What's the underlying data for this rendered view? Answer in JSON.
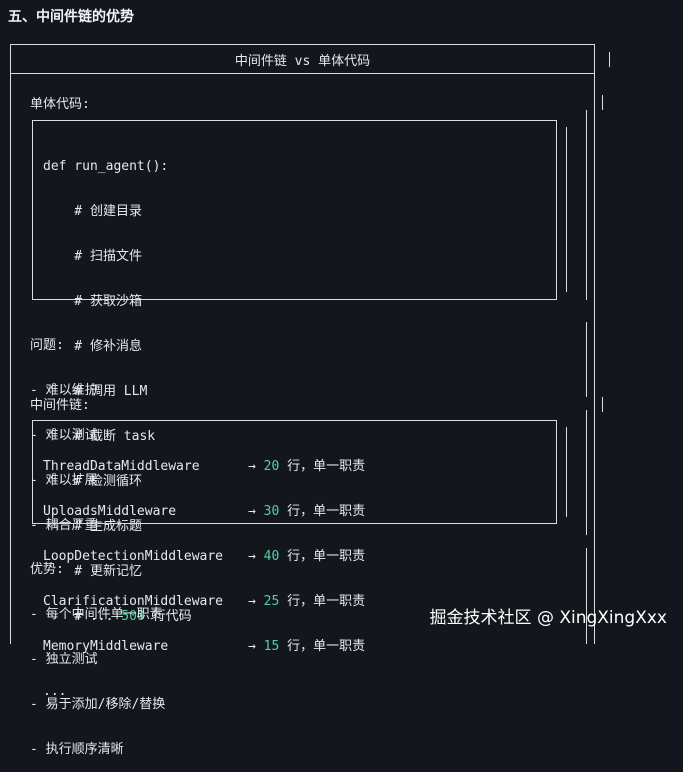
{
  "heading": "五、中间件链的优势",
  "diagram": {
    "title": "中间件链 vs 单体代码",
    "monolith": {
      "label": "单体代码:",
      "code_lines": [
        "def run_agent():",
        "    # 创建目录",
        "    # 扫描文件",
        "    # 获取沙箱",
        "    # 修补消息",
        "    # 调用 LLM",
        "    # 截断 task",
        "    # 检测循环",
        "    # 生成标题",
        "    # 更新记忆"
      ],
      "last_line_prefix": "    # ... ",
      "last_line_number": "500",
      "last_line_suffix": " 行代码"
    },
    "problems": {
      "label": "问题:",
      "items": [
        "- 难以维护",
        "- 难以测试",
        "- 难以扩展",
        "- 耦合严重"
      ]
    },
    "chain": {
      "label": "中间件链:",
      "rows": [
        {
          "name": "ThreadDataMiddleware",
          "lines": "20",
          "suffix": " 行，单一职责"
        },
        {
          "name": "UploadsMiddleware",
          "lines": "30",
          "suffix": " 行，单一职责"
        },
        {
          "name": "LoopDetectionMiddleware",
          "lines": "40",
          "suffix": " 行，单一职责"
        },
        {
          "name": "ClarificationMiddleware",
          "lines": "25",
          "suffix": " 行，单一职责"
        },
        {
          "name": "MemoryMiddleware",
          "lines": "15",
          "suffix": " 行，单一职责"
        }
      ],
      "arrow": "→",
      "ellipsis": "..."
    },
    "advantages": {
      "label": "优势:",
      "items": [
        "- 每个中间件单一职责",
        "- 独立测试",
        "- 易于添加/移除/替换",
        "- 执行顺序清晰"
      ]
    }
  },
  "watermark": "掘金技术社区 @ XingXingXxx"
}
